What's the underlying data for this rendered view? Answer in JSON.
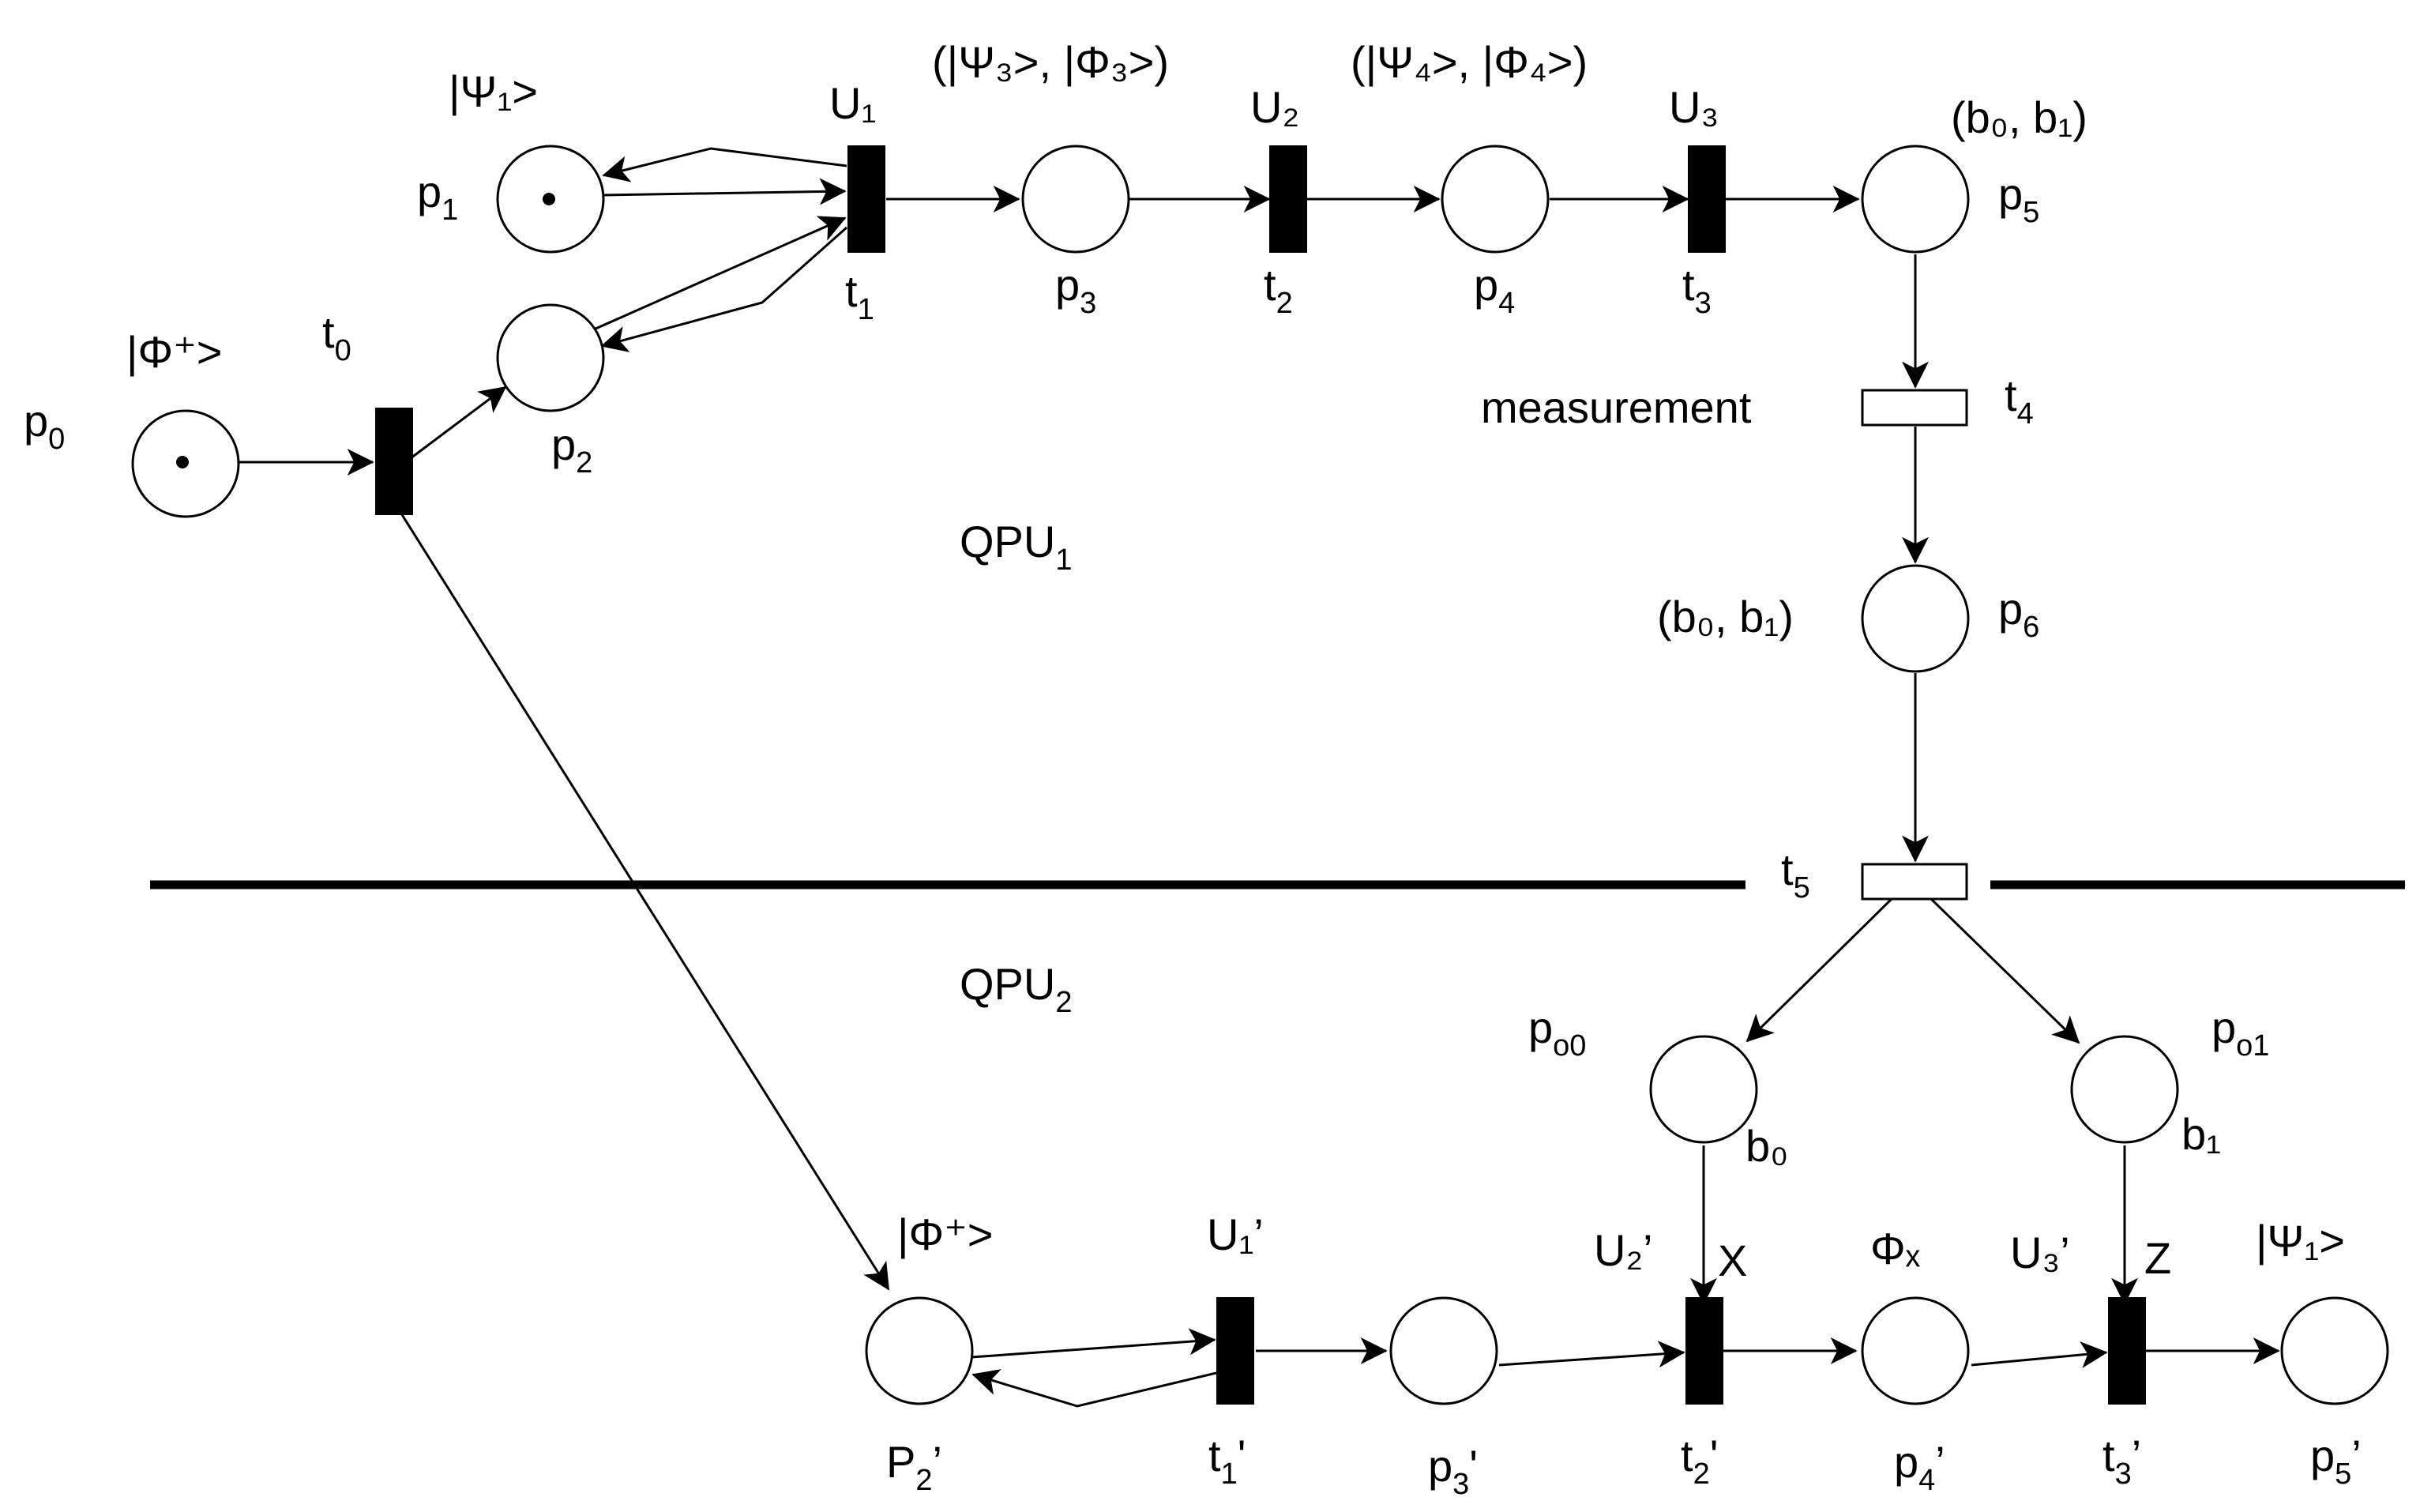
{
  "regions": {
    "qpu1": {
      "base": "QPU",
      "sub": "1"
    },
    "qpu2": {
      "base": "QPU",
      "sub": "2"
    }
  },
  "places": {
    "p0": {
      "base": "p",
      "sub": "0",
      "state": "|Φ⁺>",
      "tokens": 1
    },
    "p1": {
      "base": "p",
      "sub": "1",
      "state": "|Ψ₁>",
      "tokens": 1
    },
    "p2": {
      "base": "p",
      "sub": "2",
      "tokens": 0
    },
    "p3": {
      "base": "p",
      "sub": "3",
      "state": "(|Ψ₃>, |Φ₃>)",
      "tokens": 0
    },
    "p4": {
      "base": "p",
      "sub": "4",
      "state": "(|Ψ₄>, |Φ₄>)",
      "tokens": 0
    },
    "p5": {
      "base": "p",
      "sub": "5",
      "state": "(b₀, b₁)",
      "tokens": 0
    },
    "p6": {
      "base": "p",
      "sub": "6",
      "state": "(b₀, b₁)",
      "tokens": 0
    },
    "po0": {
      "base": "p",
      "sub": "o0",
      "state": "b₀",
      "tokens": 0
    },
    "po1": {
      "base": "p",
      "sub": "o1",
      "state": "b₁",
      "tokens": 0
    },
    "p2p": {
      "base": "P",
      "sub": "2",
      "prime": "’",
      "state": "|Φ⁺>",
      "tokens": 0
    },
    "p3p": {
      "base": "p",
      "sub": "3",
      "prime": "'",
      "tokens": 0
    },
    "p4p": {
      "base": "p",
      "sub": "4",
      "prime": "’",
      "state": "Φₓ",
      "tokens": 0
    },
    "p5p": {
      "base": "p",
      "sub": "5",
      "prime": "’",
      "state": "|Ψ₁>",
      "tokens": 0
    }
  },
  "transitions": {
    "t0": {
      "base": "t",
      "sub": "0"
    },
    "t1": {
      "base": "t",
      "sub": "1",
      "op": "U₁"
    },
    "t2": {
      "base": "t",
      "sub": "2",
      "op": "U₂"
    },
    "t3": {
      "base": "t",
      "sub": "3",
      "op": "U₃"
    },
    "t4": {
      "base": "t",
      "sub": "4",
      "op": "measurement"
    },
    "t5": {
      "base": "t",
      "sub": "5"
    },
    "t1p": {
      "base": "t",
      "sub": "1",
      "prime": "'",
      "op": "U₁’"
    },
    "t2p": {
      "base": "t",
      "sub": "2",
      "prime": "'",
      "op": "U₂’",
      "gate": "X"
    },
    "t3p": {
      "base": "t",
      "sub": "3",
      "prime": "’",
      "op": "U₃’",
      "gate": "Z"
    }
  }
}
